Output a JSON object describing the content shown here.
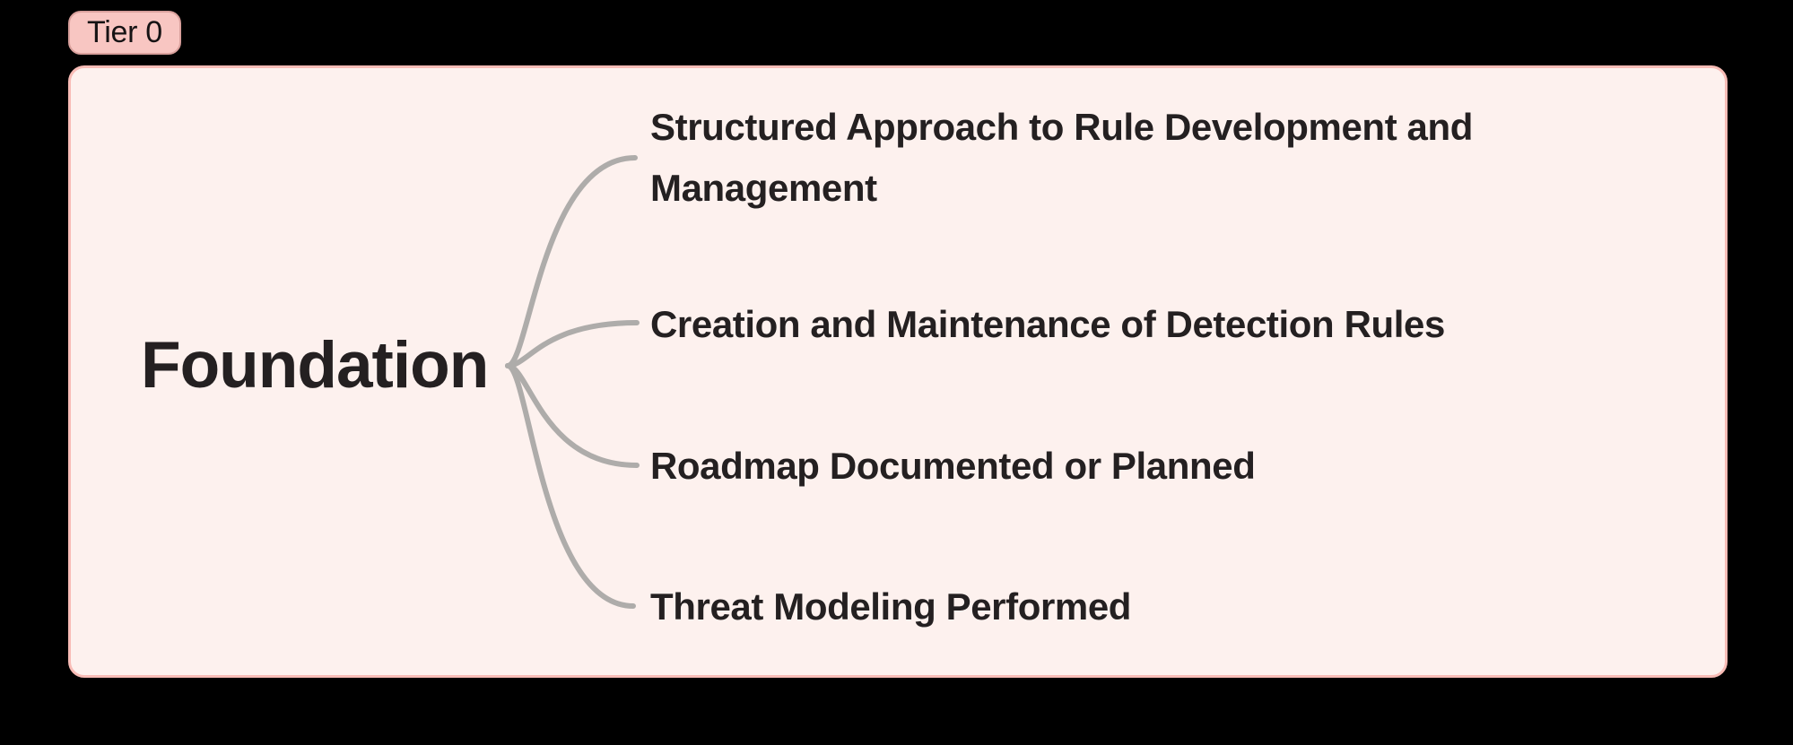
{
  "colors": {
    "background": "#000000",
    "panel_fill": "#fdf1ee",
    "panel_border": "#f8bcb6",
    "badge_fill": "#f8c6c2",
    "badge_border": "#d9a09c",
    "link_line": "#aeacaa",
    "node_text": "#242021"
  },
  "badge": {
    "label": "Tier 0"
  },
  "mindmap": {
    "root": "Foundation",
    "branches": [
      "Structured Approach to Rule Development and Management",
      "Creation and Maintenance of Detection Rules",
      "Roadmap Documented or Planned",
      "Threat Modeling Performed"
    ]
  }
}
